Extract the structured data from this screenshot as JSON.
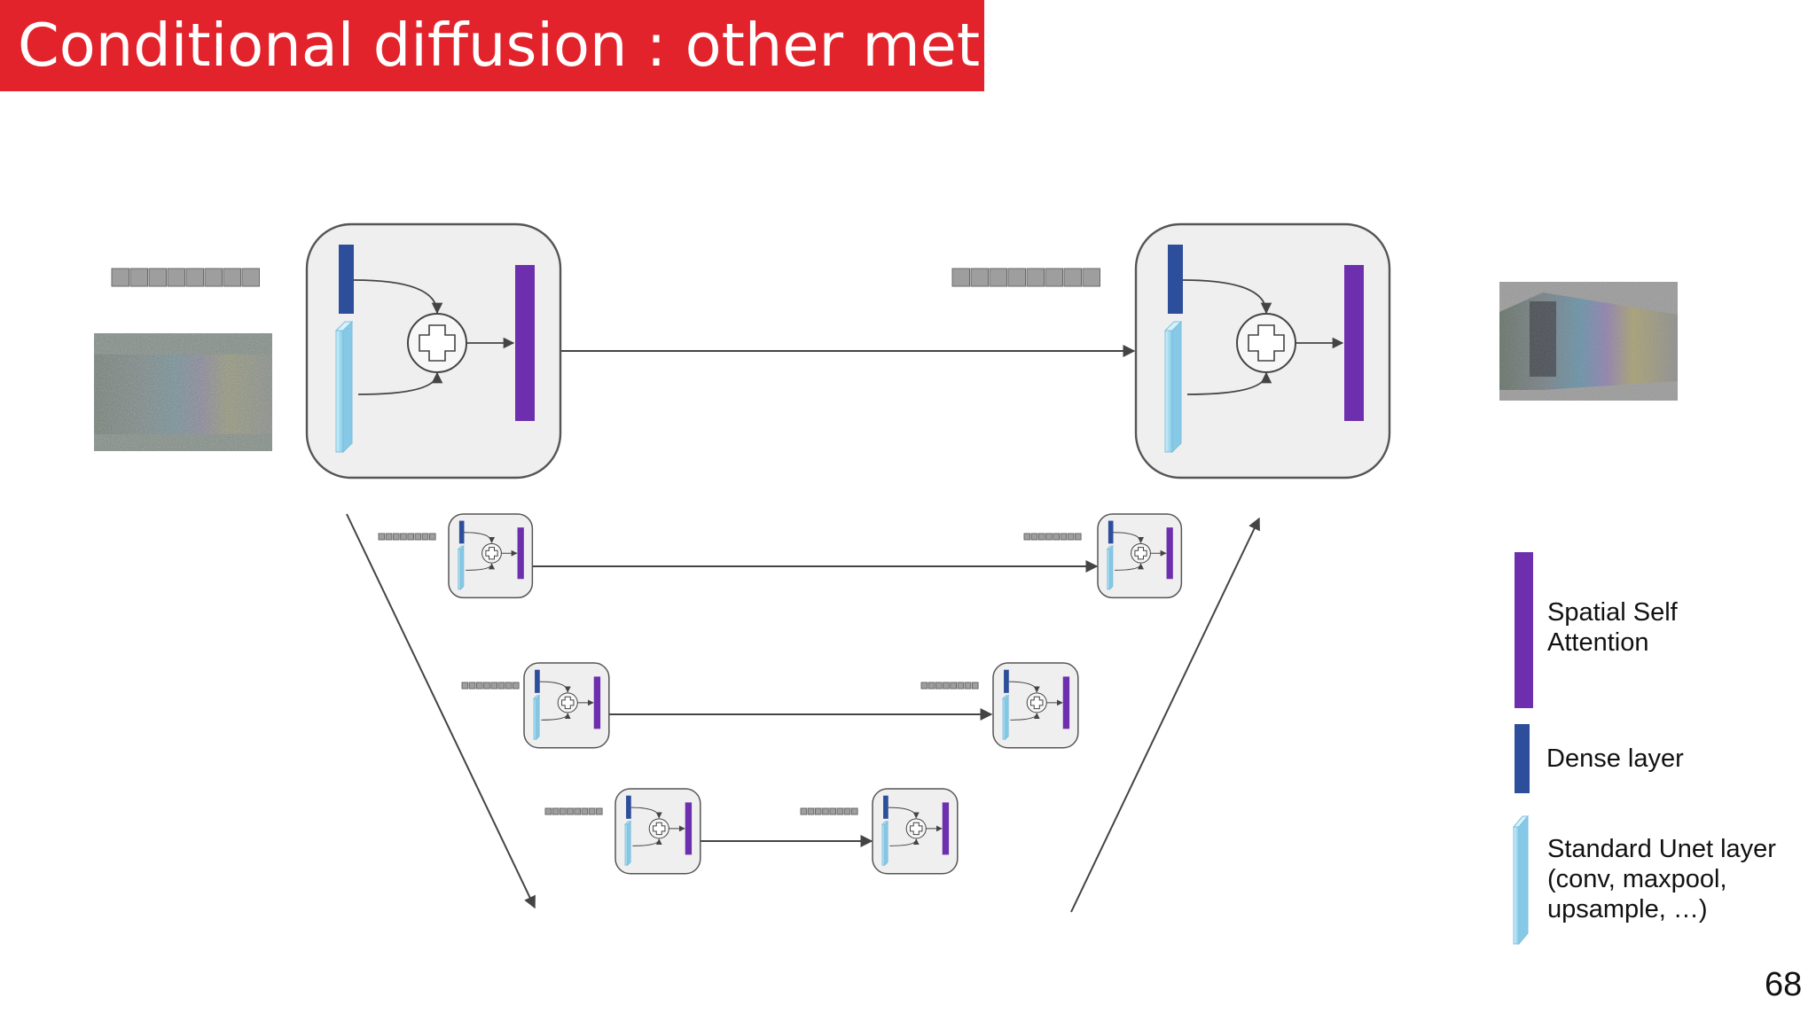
{
  "slide": {
    "title": "Conditional diffusion : other method",
    "page_number": "68"
  },
  "legend": {
    "spatial_self_attention": "Spatial Self\nAttention",
    "dense_layer": "Dense layer",
    "standard_unet_layer": "Standard Unet layer\n(conv, maxpool,\nupsample, …)"
  },
  "colors": {
    "title_background": "#e2232b",
    "attention": "#6e2fae",
    "dense": "#2d4e9a",
    "unet_layer": "#a8ddf2",
    "block_fill": "#efefef",
    "block_stroke": "#555555",
    "token": "#9e9e9e"
  },
  "images": {
    "input": "noisy-image",
    "output": "denoised-image"
  }
}
